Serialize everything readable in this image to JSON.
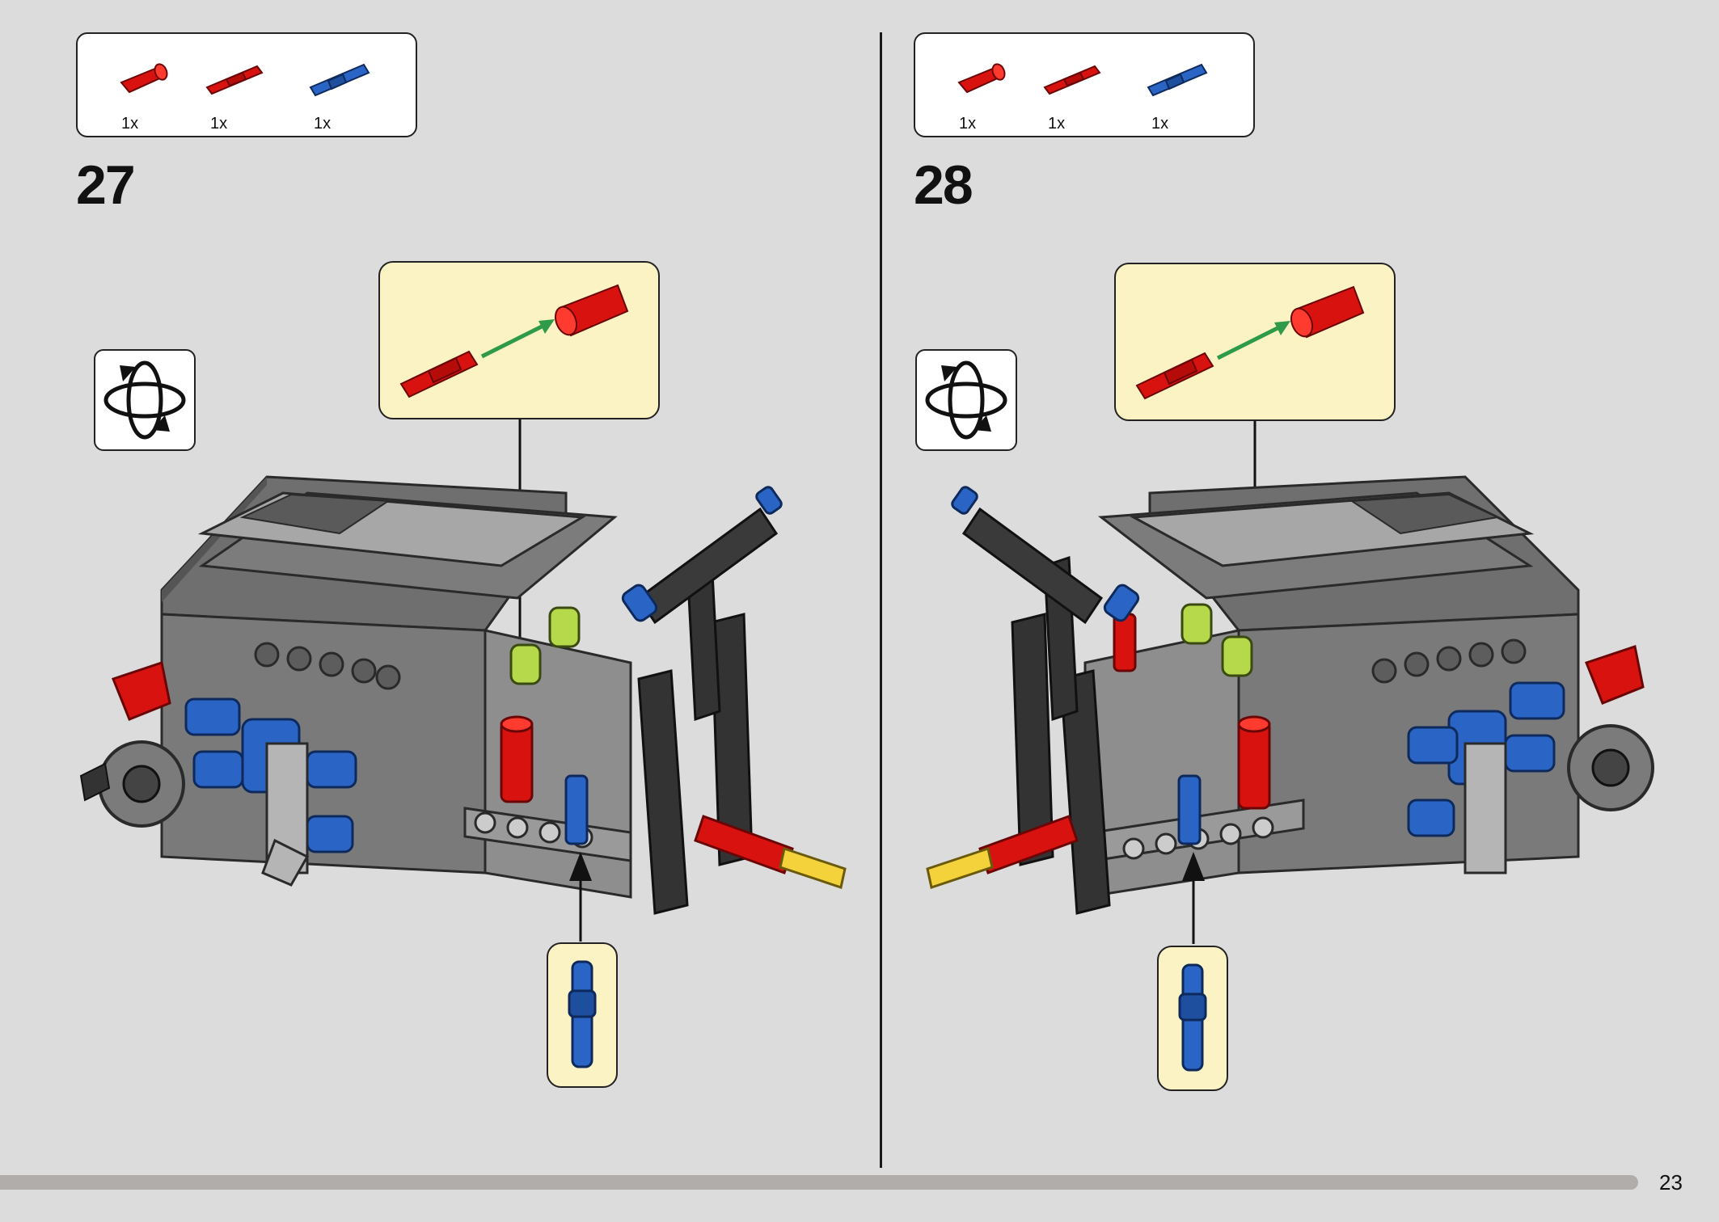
{
  "steps": [
    {
      "number": "27",
      "parts": [
        {
          "qty": "1x",
          "color": "#d8120f",
          "icon": "red-axle-connector"
        },
        {
          "qty": "1x",
          "color": "#d8120f",
          "icon": "red-axle-pin"
        },
        {
          "qty": "1x",
          "color": "#2a64c4",
          "icon": "blue-friction-pin"
        }
      ]
    },
    {
      "number": "28",
      "parts": [
        {
          "qty": "1x",
          "color": "#d8120f",
          "icon": "red-axle-connector"
        },
        {
          "qty": "1x",
          "color": "#d8120f",
          "icon": "red-axle-pin"
        },
        {
          "qty": "1x",
          "color": "#2a64c4",
          "icon": "blue-friction-pin"
        }
      ]
    }
  ],
  "page_number": "23",
  "colors": {
    "background": "#dcdcdc",
    "callout": "#fbf3c3",
    "brick_red": "#d8120f",
    "brick_blue": "#2a64c4",
    "brick_gray": "#8e8e8e",
    "brick_dark": "#3b3b3b",
    "brick_lime": "#b5d94a",
    "brick_yellow": "#f3d23b",
    "arrow_green": "#2e9a4a"
  },
  "progress": 0.953
}
